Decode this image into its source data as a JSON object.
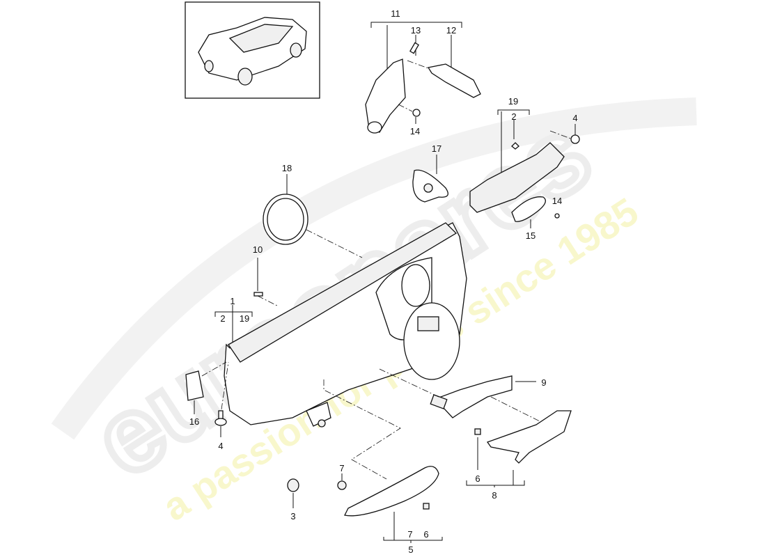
{
  "diagram": {
    "watermark": {
      "brand": "eurospares",
      "tagline": "a passion for parts since 1985"
    },
    "callouts": {
      "c11": "11",
      "c13": "13",
      "c12": "12",
      "c14a": "14",
      "c19a": "19",
      "c2a": "2",
      "c4a": "4",
      "c17": "17",
      "c18": "18",
      "c14b": "14",
      "c15": "15",
      "c10": "10",
      "c1": "1",
      "c2b": "2",
      "c19b": "19",
      "c9": "9",
      "c16": "16",
      "c4b": "4",
      "c7a": "7",
      "c6a": "6",
      "c8": "8",
      "c3": "3",
      "c7b": "7",
      "c6b": "6",
      "c5": "5"
    }
  }
}
